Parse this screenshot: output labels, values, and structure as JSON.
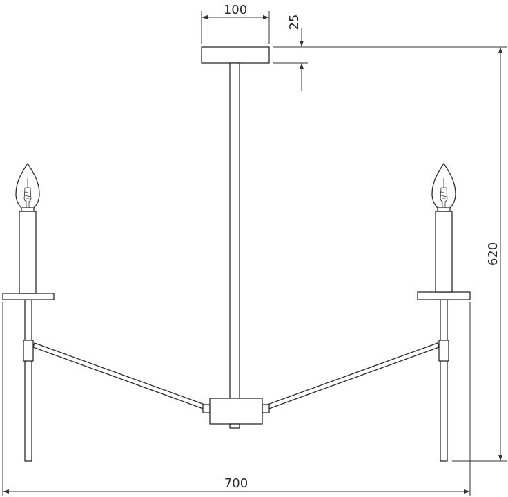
{
  "dimensions": {
    "canopy_width": "100",
    "canopy_height": "25",
    "overall_height": "620",
    "overall_width": "700"
  },
  "icons": {
    "left_bulb": "candle-bulb-icon",
    "right_bulb": "candle-bulb-icon"
  },
  "colors": {
    "line": "#2b2b2b",
    "background": "#ffffff"
  }
}
